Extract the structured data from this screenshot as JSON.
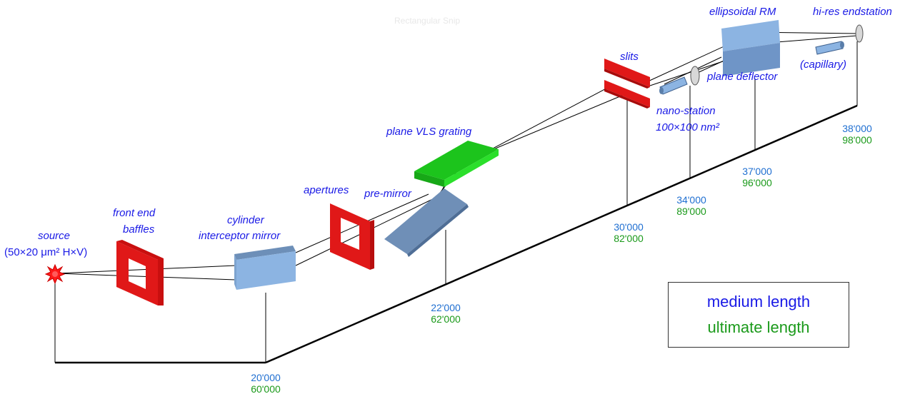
{
  "colors": {
    "medium": "#1f6fd1",
    "ultimate": "#1b9a1b",
    "label": "#1a1ae6",
    "slits": "#e01818",
    "grating": "#19c419",
    "mirror": "#8cb4e2",
    "premirror": "#6f8fb7"
  },
  "hint": "Rectangular Snip",
  "labels": {
    "source": "source",
    "source_size": "(50×20 μm² H×V)",
    "front_end": "front end",
    "baffles": "baffles",
    "cylinder": "cylinder",
    "interceptor": "interceptor mirror",
    "apertures": "apertures",
    "premirror": "pre-mirror",
    "grating": "plane VLS grating",
    "slits": "slits",
    "nano_station": "nano-station",
    "nano_size": "100×100 nm²",
    "ellipsoidal": "ellipsoidal RM",
    "plane_deflector": "plane deflector",
    "capillary": "(capillary)",
    "hires": "hi-res endstation"
  },
  "distances": [
    {
      "id": "d1",
      "medium": "20'000",
      "ultimate": "60'000"
    },
    {
      "id": "d2",
      "medium": "22'000",
      "ultimate": "62'000"
    },
    {
      "id": "d3",
      "medium": "30'000",
      "ultimate": "82'000"
    },
    {
      "id": "d4",
      "medium": "34'000",
      "ultimate": "89'000"
    },
    {
      "id": "d5",
      "medium": "37'000",
      "ultimate": "96'000"
    },
    {
      "id": "d6",
      "medium": "38'000",
      "ultimate": "98'000"
    }
  ],
  "legend": {
    "medium": "medium length",
    "ultimate": "ultimate length"
  }
}
